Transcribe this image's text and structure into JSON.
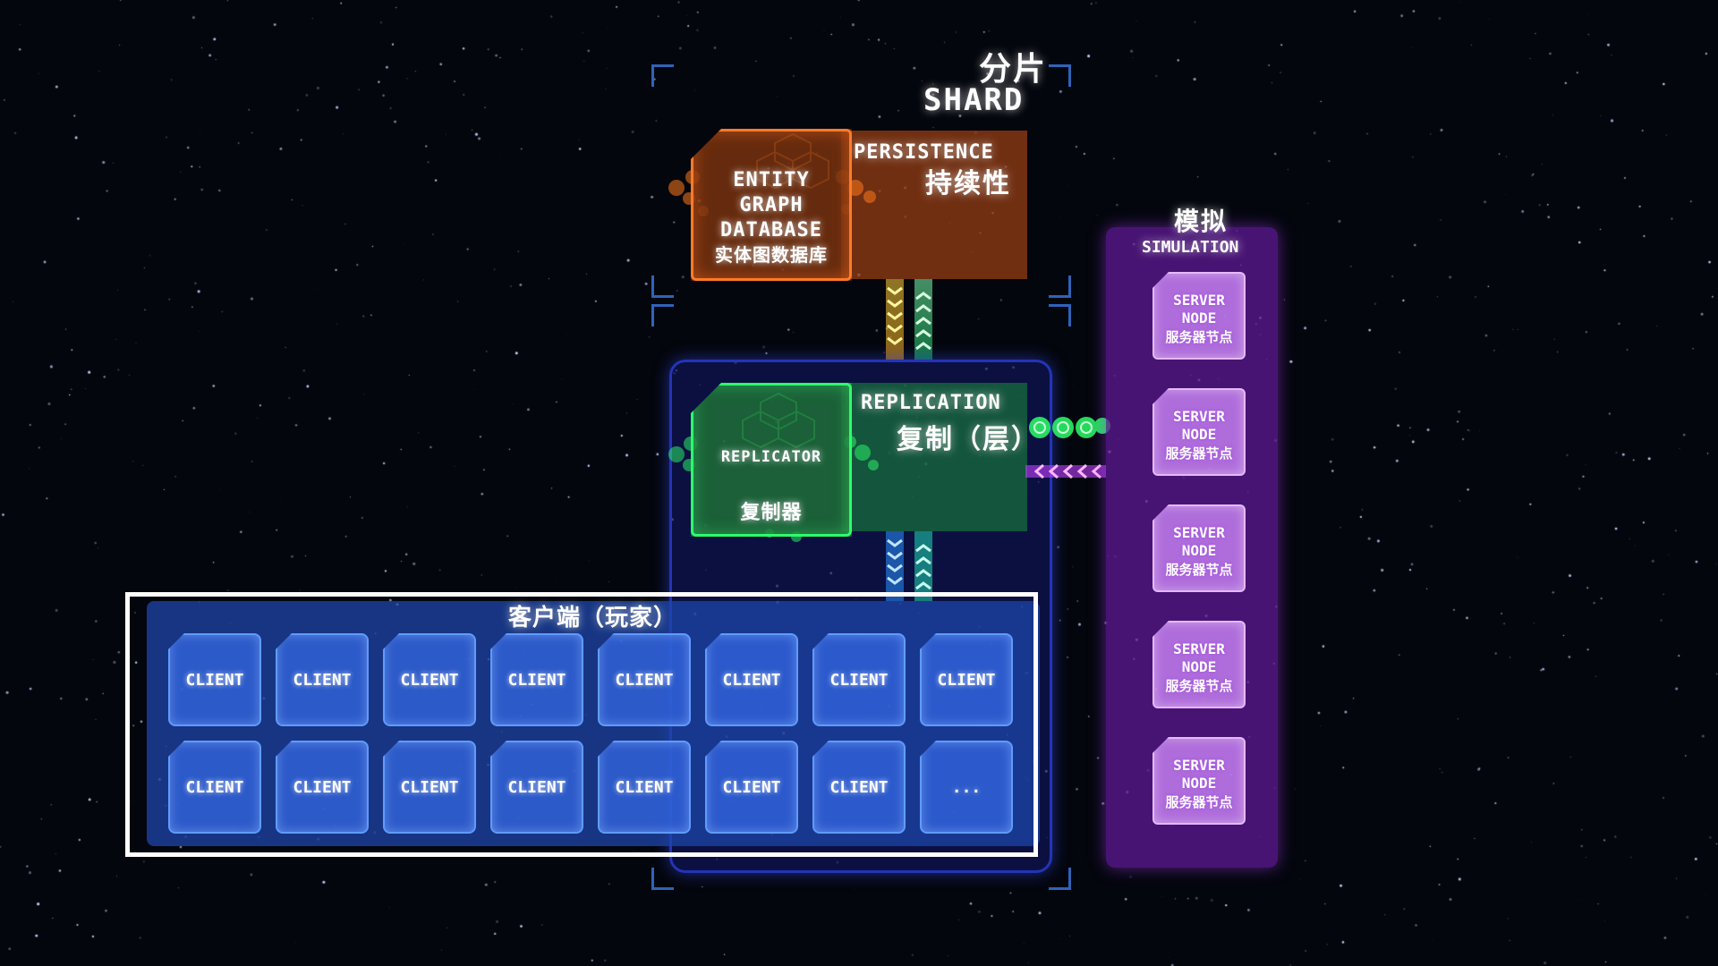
{
  "shard": {
    "title_cn": "分片",
    "title_en": "SHARD"
  },
  "persistence": {
    "title_en": "PERSISTENCE",
    "title_cn": "持续性",
    "database": {
      "line1": "ENTITY",
      "line2": "GRAPH",
      "line3": "DATABASE",
      "line_cn": "实体图数据库"
    }
  },
  "replication": {
    "title_en": "REPLICATION",
    "title_cn": "复制（层）",
    "replicator": {
      "label_en": "REPLICATOR",
      "label_cn": "复制器"
    }
  },
  "simulation": {
    "title_cn": "模拟",
    "title_en": "SIMULATION",
    "nodes": [
      {
        "line1": "SERVER",
        "line2": "NODE",
        "cn": "服务器节点"
      },
      {
        "line1": "SERVER",
        "line2": "NODE",
        "cn": "服务器节点"
      },
      {
        "line1": "SERVER",
        "line2": "NODE",
        "cn": "服务器节点"
      },
      {
        "line1": "SERVER",
        "line2": "NODE",
        "cn": "服务器节点"
      },
      {
        "line1": "SERVER",
        "line2": "NODE",
        "cn": "服务器节点"
      }
    ]
  },
  "clients": {
    "title_cn": "客户端（玩家）",
    "row1": [
      "CLIENT",
      "CLIENT",
      "CLIENT",
      "CLIENT",
      "CLIENT",
      "CLIENT",
      "CLIENT",
      "CLIENT"
    ],
    "row2": [
      "CLIENT",
      "CLIENT",
      "CLIENT",
      "CLIENT",
      "CLIENT",
      "CLIENT",
      "CLIENT",
      "..."
    ]
  },
  "colors": {
    "persistence": "#ff7a2a",
    "replication": "#2dff6a",
    "simulation": "#b04cff",
    "clients": "#3f7cff",
    "shard_frame": "#2f63b8"
  }
}
